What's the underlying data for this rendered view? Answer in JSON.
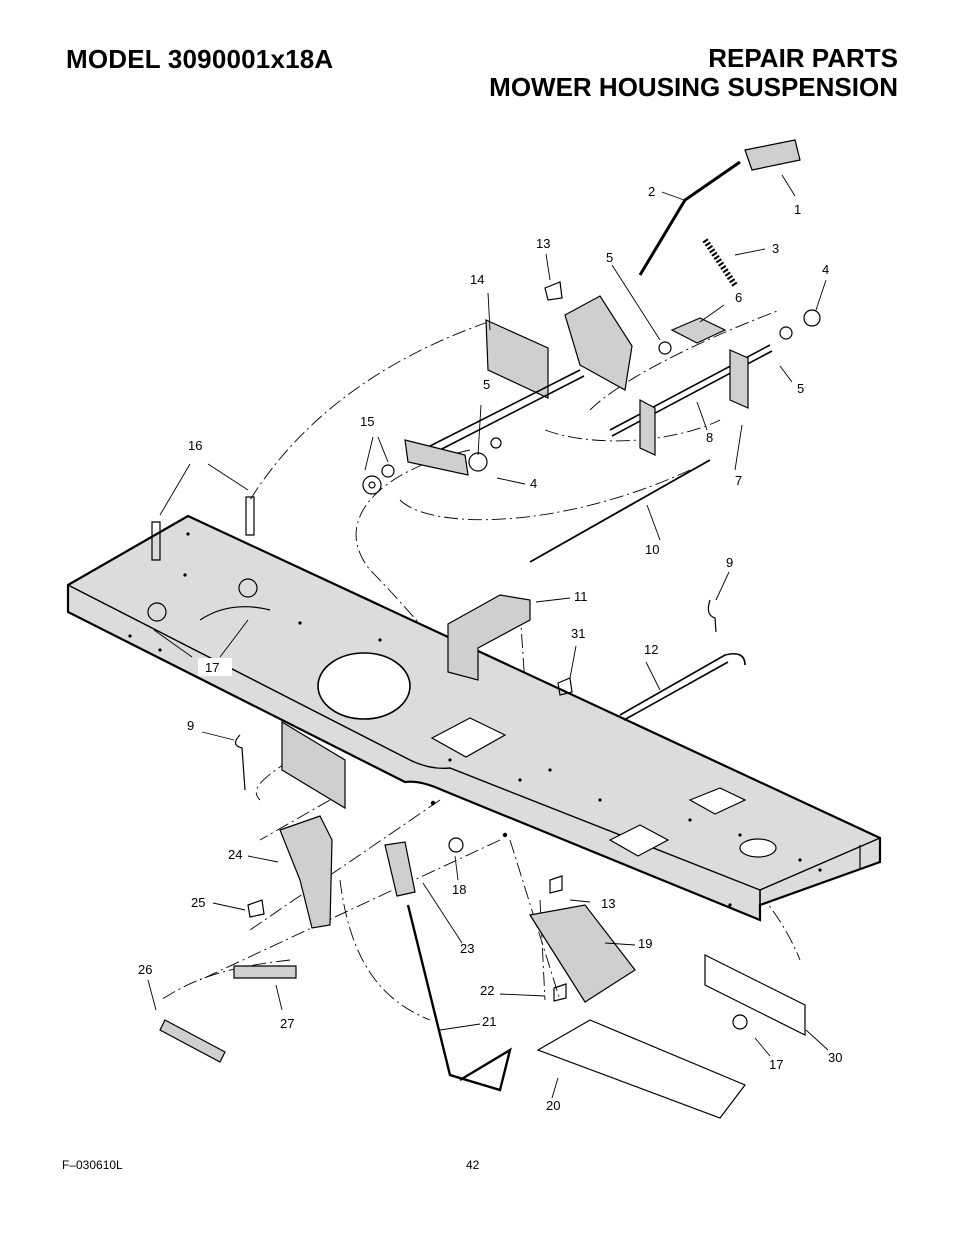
{
  "header": {
    "model": "MODEL 3090001x18A",
    "section": "REPAIR PARTS",
    "subsection": "MOWER HOUSING SUSPENSION"
  },
  "diagram": {
    "callouts": [
      {
        "id": "c1",
        "label": "1"
      },
      {
        "id": "c2",
        "label": "2"
      },
      {
        "id": "c3",
        "label": "3"
      },
      {
        "id": "c4a",
        "label": "4"
      },
      {
        "id": "c4b",
        "label": "4"
      },
      {
        "id": "c5a",
        "label": "5"
      },
      {
        "id": "c5b",
        "label": "5"
      },
      {
        "id": "c5c",
        "label": "5"
      },
      {
        "id": "c6",
        "label": "6"
      },
      {
        "id": "c7",
        "label": "7"
      },
      {
        "id": "c8",
        "label": "8"
      },
      {
        "id": "c9a",
        "label": "9"
      },
      {
        "id": "c9b",
        "label": "9"
      },
      {
        "id": "c10",
        "label": "10"
      },
      {
        "id": "c11",
        "label": "11"
      },
      {
        "id": "c12",
        "label": "12"
      },
      {
        "id": "c13a",
        "label": "13"
      },
      {
        "id": "c13b",
        "label": "13"
      },
      {
        "id": "c14",
        "label": "14"
      },
      {
        "id": "c15",
        "label": "15"
      },
      {
        "id": "c16",
        "label": "16"
      },
      {
        "id": "c17a",
        "label": "17"
      },
      {
        "id": "c17b",
        "label": "17"
      },
      {
        "id": "c18",
        "label": "18"
      },
      {
        "id": "c19",
        "label": "19"
      },
      {
        "id": "c20",
        "label": "20"
      },
      {
        "id": "c21",
        "label": "21"
      },
      {
        "id": "c22",
        "label": "22"
      },
      {
        "id": "c23",
        "label": "23"
      },
      {
        "id": "c24",
        "label": "24"
      },
      {
        "id": "c25",
        "label": "25"
      },
      {
        "id": "c26",
        "label": "26"
      },
      {
        "id": "c27",
        "label": "27"
      },
      {
        "id": "c30",
        "label": "30"
      },
      {
        "id": "c31",
        "label": "31"
      }
    ]
  },
  "footer": {
    "form_number": "F–030610L",
    "page_number": "42"
  },
  "colors": {
    "frame_fill": "#dcdcdc",
    "part_fill": "#cfcfcf",
    "ink": "#000000"
  }
}
